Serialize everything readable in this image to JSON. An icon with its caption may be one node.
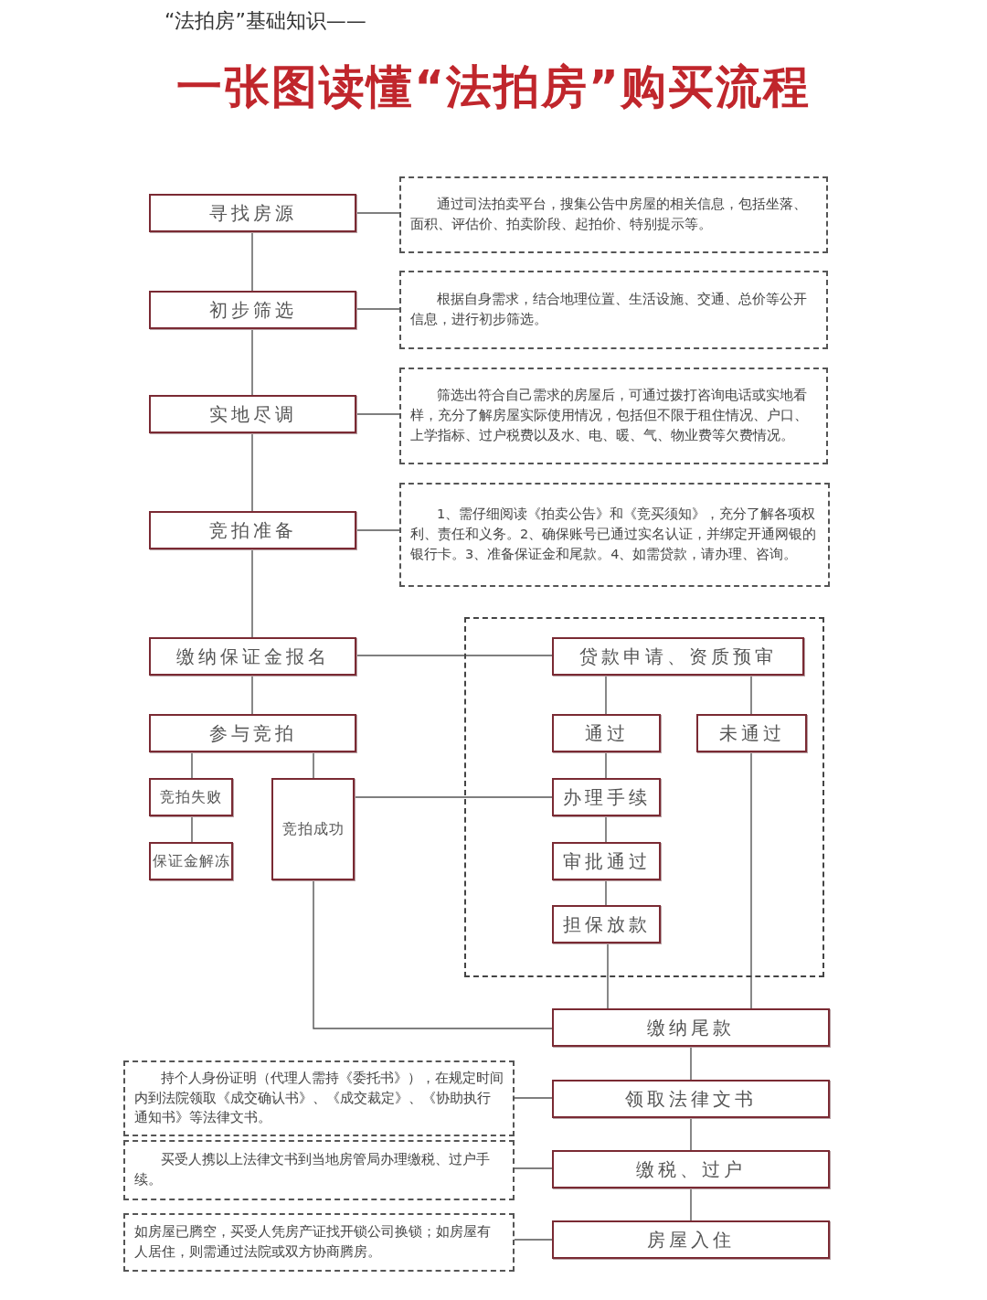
{
  "diagram": {
    "title": "一张图读懂“法拍房”购买流程",
    "nodes": [
      {
        "text": [
          "寻找房源"
        ]
      },
      {
        "text": [
          "通过司法拍卖平台，搜集公告中房屋的相关信息，包括坐落、面积、评估价、拍卖阶段、起拍价、特别提示等。"
        ]
      },
      {
        "text": [
          "初步筛选"
        ]
      },
      {
        "text": [
          "根据自身需求，结合地理位置、生活设施、交通、总价等公开信息，进行初步筛选。"
        ]
      },
      {
        "text": [
          "实地尽调"
        ]
      },
      {
        "text": [
          "筛选出符合自己需求的房屋后，可通过拨打咨询电话或实地看样，充分了解房屋实际使用情况，包括但不限于租住情况、户口、上学指标、过户税费以及水、电、暖、气、物业费等欠费情况。"
        ]
      },
      {
        "text": [
          "竞拍准备"
        ]
      },
      {
        "text": [
          "1、需仔细阅读《拍卖公告》和《竞买须知》，充分了解各项权利、责任和义务。2、确保账号已通过实名认证，并绑定开通网银的银行卡。3、准备保证金和尾款。4、如需贷款，请办理、咨询。"
        ]
      },
      {
        "text": [
          "缴纳保证金报名"
        ]
      },
      {
        "text": [],
        "shape": "box"
      },
      {
        "text": [
          "贷款申请、资质预审"
        ],
        "in": 9
      },
      {
        "text": [
          "参与竞拍"
        ]
      },
      {
        "text": [
          "通过"
        ],
        "in": 9
      },
      {
        "text": [
          "未通过"
        ],
        "in": 9
      },
      {
        "text": [
          "竞拍失败"
        ]
      },
      {
        "text": [
          "竞拍成功"
        ]
      },
      {
        "text": [
          "办理手续"
        ],
        "in": 9
      },
      {
        "text": [
          "保证金解冻"
        ]
      },
      {
        "text": [
          "审批通过"
        ],
        "in": 9
      },
      {
        "text": [
          "担保放款"
        ],
        "in": 9
      },
      {
        "text": [
          "缴纳尾款"
        ]
      },
      {
        "text": [
          "持个人身份证明（代理人需持《委托书》），在规定时间内到法院领取《成交确认书》、《成交裁定》、《协助执行通知书》等法律文书。"
        ]
      },
      {
        "text": [
          "领取法律文书"
        ]
      },
      {
        "text": [
          "买受人携以上法律文书到当地房管局办理缴税、过户手续。"
        ]
      },
      {
        "text": [
          "缴税、过户"
        ]
      },
      {
        "text": [
          "如房屋已腾空，买受人凭房产证找开锁公司换锁；如房屋有人居住，则需通过法院或双方协商腾房。"
        ]
      },
      {
        "text": [
          "房屋入住"
        ]
      }
    ],
    "edges": [
      {
        "from": 0,
        "to": 1,
        "arrow": "none"
      },
      {
        "from": 0,
        "to": 2,
        "arrow": "none"
      },
      {
        "from": 2,
        "to": 3,
        "arrow": "none"
      },
      {
        "from": 2,
        "to": 4,
        "arrow": "none"
      },
      {
        "from": 4,
        "to": 5,
        "arrow": "none"
      },
      {
        "from": 4,
        "to": 6,
        "arrow": "none"
      },
      {
        "from": 6,
        "to": 7,
        "arrow": "none"
      },
      {
        "from": 6,
        "to": 8,
        "arrow": "none"
      },
      {
        "from": 8,
        "to": 10,
        "arrow": "none"
      },
      {
        "from": 8,
        "to": 11,
        "arrow": "none"
      },
      {
        "from": 10,
        "to": 12,
        "arrow": "none"
      },
      {
        "from": 10,
        "to": 13,
        "arrow": "none"
      },
      {
        "from": 11,
        "to": 14,
        "arrow": "none"
      },
      {
        "from": 11,
        "to": 15,
        "arrow": "none"
      },
      {
        "from": 14,
        "to": 17,
        "arrow": "none"
      },
      {
        "from": 12,
        "to": 16,
        "arrow": "none"
      },
      {
        "from": 15,
        "to": 16,
        "arrow": "none"
      },
      {
        "from": 16,
        "to": 18,
        "arrow": "none"
      },
      {
        "from": 18,
        "to": 19,
        "arrow": "none"
      },
      {
        "from": 19,
        "to": 20,
        "arrow": "none"
      },
      {
        "from": 13,
        "to": 20,
        "arrow": "none"
      },
      {
        "from": 15,
        "to": 20,
        "arrow": "none"
      },
      {
        "from": 20,
        "to": 22,
        "arrow": "none"
      },
      {
        "from": 22,
        "to": 21,
        "arrow": "none"
      },
      {
        "from": 22,
        "to": 24,
        "arrow": "none"
      },
      {
        "from": 24,
        "to": 23,
        "arrow": "none"
      },
      {
        "from": 24,
        "to": 26,
        "arrow": "none"
      },
      {
        "from": 26,
        "to": 25,
        "arrow": "none"
      }
    ],
    "labels": [
      "“法拍房”基础知识——"
    ]
  }
}
